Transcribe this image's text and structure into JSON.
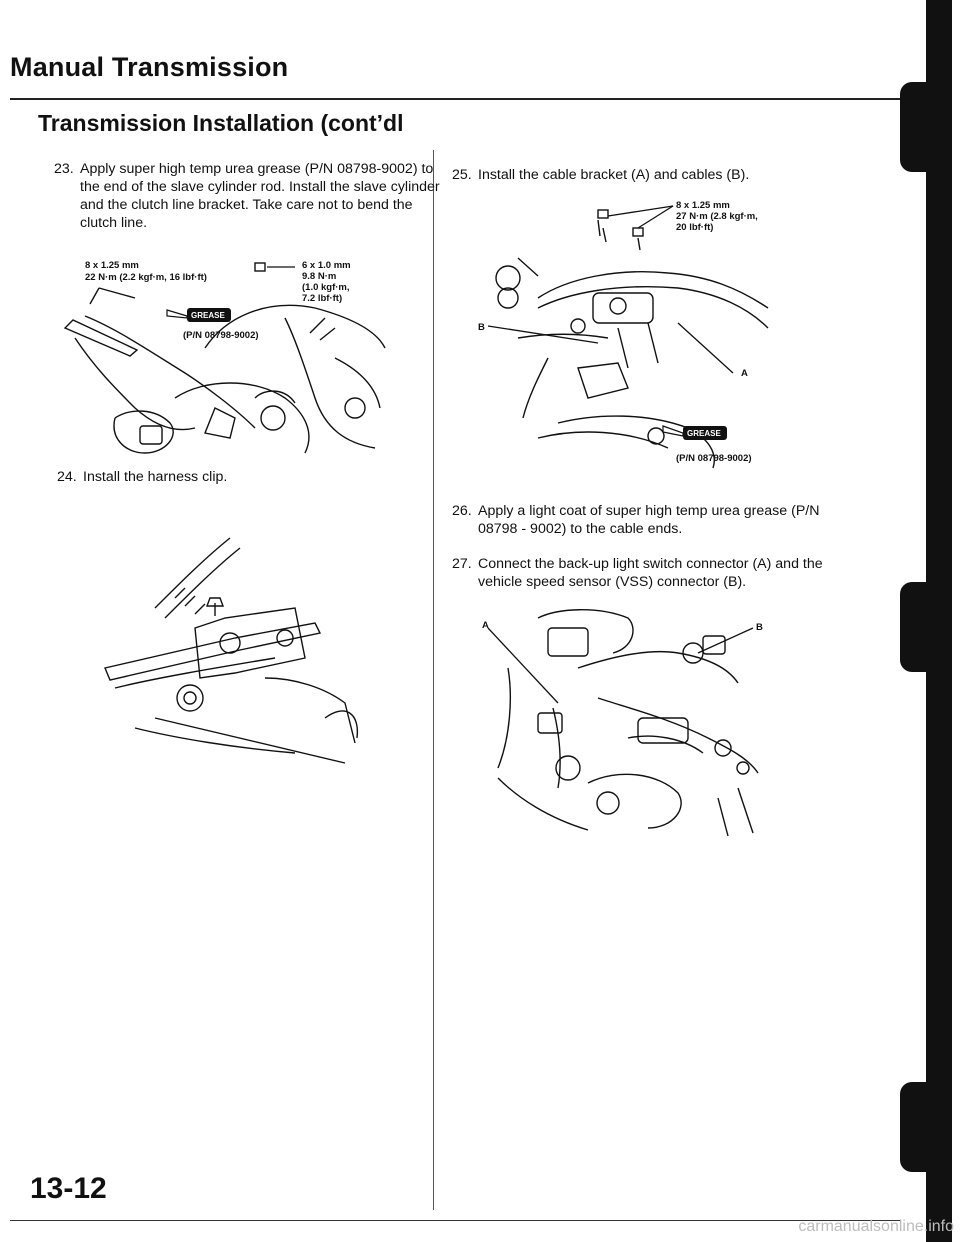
{
  "page": {
    "title": "Manual Transmission",
    "section_title": "Transmission Installation (cont’dl",
    "page_number": "13-12",
    "watermark": "carmanualsonline.info"
  },
  "steps": [
    {
      "num": "23.",
      "text": "Apply super high temp urea grease (P/N 08798-9002) to the end of the slave cylinder rod. Install the slave cylinder and the clutch line bracket. Take care not to bend the clutch line."
    },
    {
      "num": "24.",
      "text": "Install the harness clip."
    },
    {
      "num": "25.",
      "text": "Install the cable bracket (A) and cables (B)."
    },
    {
      "num": "26.",
      "text": "Apply a light coat of super high temp urea grease (P/N 08798 - 9002) to the cable ends."
    },
    {
      "num": "27.",
      "text": "Connect the back-up light switch connector (A) and the vehicle speed sensor (VSS) connector (B)."
    }
  ],
  "figure_23": {
    "bolt_left_line1": "8 x 1.25 mm",
    "bolt_left_line2": "22 N·m (2.2 kgf·m, 16 lbf·ft)",
    "bolt_right_line1": "6 x 1.0 mm",
    "bolt_right_line2": "9.8 N·m",
    "bolt_right_line3": "(1.0 kgf·m,",
    "bolt_right_line4": "7.2 lbf·ft)",
    "grease_label": "GREASE",
    "part_number": "(P/N 08798-9002)"
  },
  "figure_25": {
    "bolt_line1": "8 x 1.25 mm",
    "bolt_line2": "27 N·m (2.8 kgf·m,",
    "bolt_line3": "20 lbf·ft)",
    "label_a": "A",
    "label_b": "B",
    "grease_label": "GREASE",
    "part_number": "(P/N 08798-9002)"
  },
  "figure_27": {
    "label_a": "A",
    "label_b": "B"
  }
}
